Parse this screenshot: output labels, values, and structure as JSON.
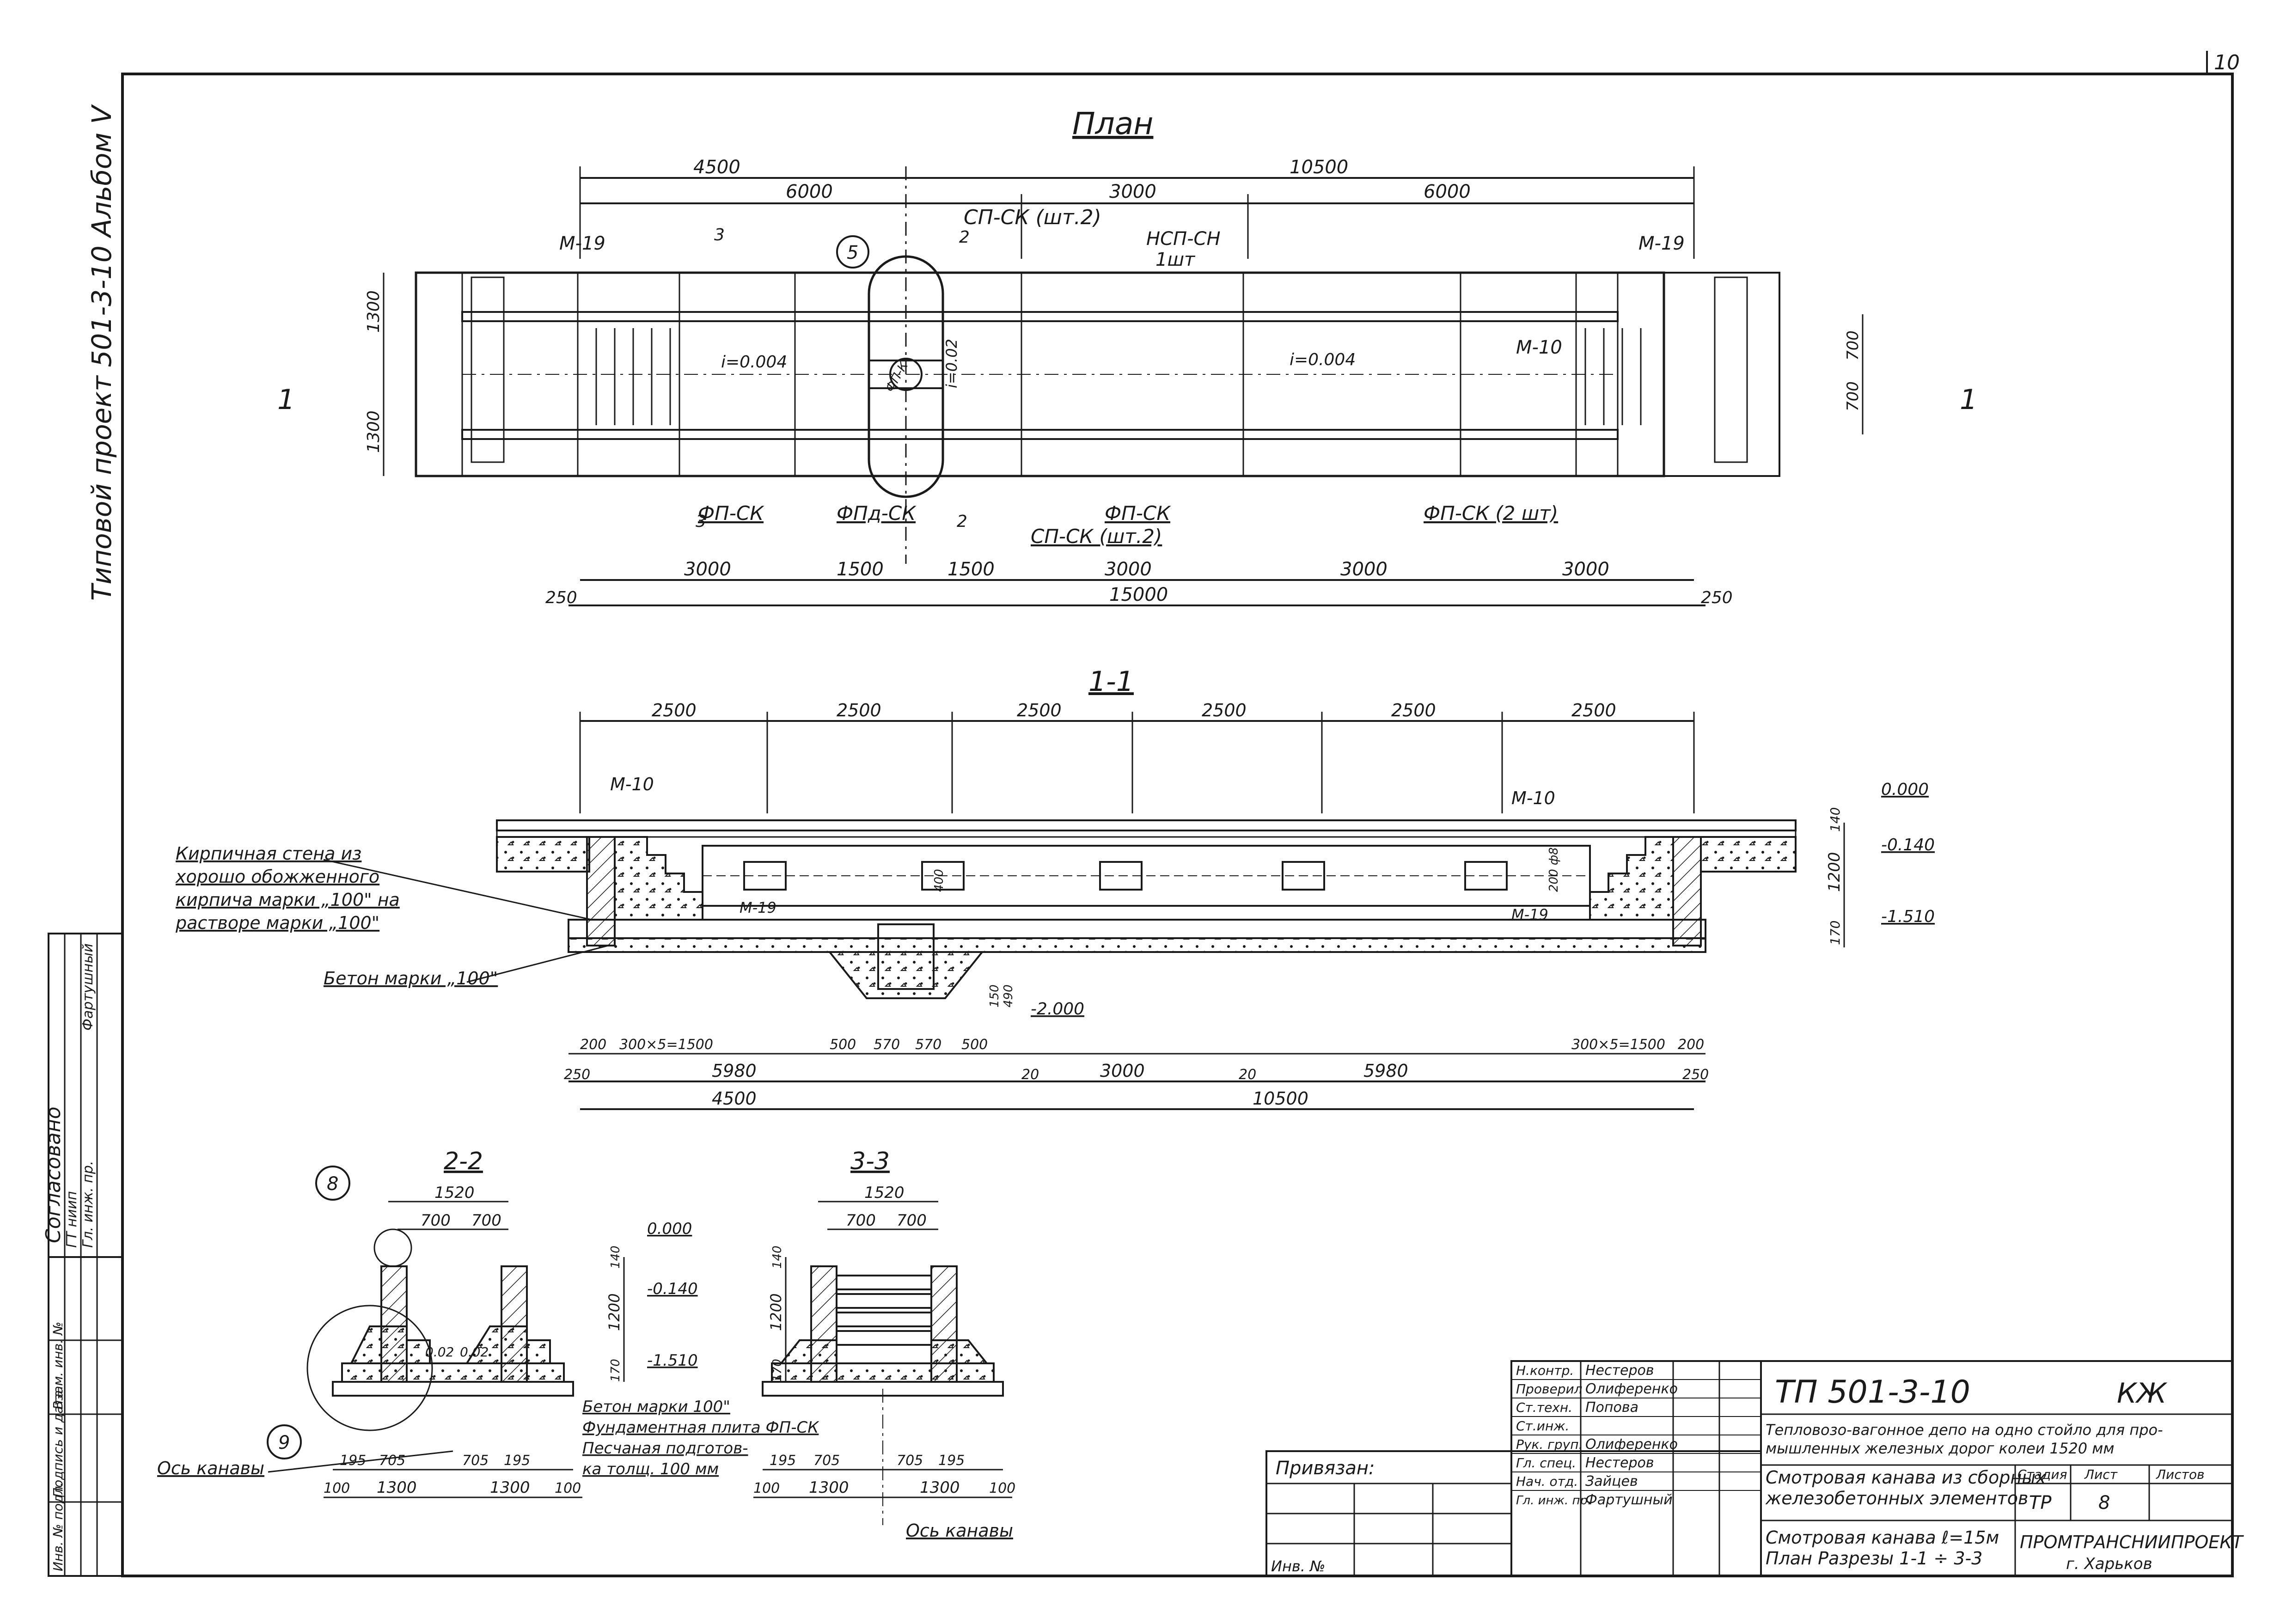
{
  "sheet": {
    "number": "10",
    "side_note": "Типовой проект 501-3-10 Альбом V"
  },
  "plan": {
    "title": "План",
    "dims_top_1": [
      "4500",
      "10500"
    ],
    "dims_top_2": [
      "6000",
      "3000",
      "6000"
    ],
    "dims_bottom_1": [
      "3000",
      "1500",
      "1500",
      "3000",
      "3000",
      "3000"
    ],
    "dims_bottom_2": [
      "250",
      "15000",
      "250"
    ],
    "dims_left": [
      "1300",
      "1300"
    ],
    "dims_right": [
      "700",
      "700"
    ],
    "labels": {
      "m19_left": "М-19",
      "m19_right": "М-19",
      "m10": "М-10",
      "sp_sk_top": "СП-СК (шт.2)",
      "nsp_sn": "НСП-СН",
      "nsp_qty": "1шт",
      "slope_left": "i=0.004",
      "slope_right": "i=0.004",
      "slope_pit": "i=0.02",
      "pit": "ФП-К",
      "callout5": "5",
      "fp_sk_1": "ФП-СК",
      "fpd_sk": "ФПд-СК",
      "fp_sk_2": "ФП-СК",
      "sp_sk_bottom": "СП-СК (шт.2)",
      "fp_sk_3": "ФП-СК (2 шт)",
      "sec1_left": "1",
      "sec1_right": "1",
      "sec2_top": "2",
      "sec2_bottom": "2",
      "sec3_top": "3",
      "sec3_bottom": "3"
    }
  },
  "section11": {
    "title": "1-1",
    "dims_top": [
      "2500",
      "2500",
      "2500",
      "2500",
      "2500",
      "2500"
    ],
    "dims_bottom_1": [
      "200",
      "300×5=1500",
      "500",
      "570",
      "570",
      "500",
      "300×5=1500",
      "200"
    ],
    "dims_bottom_2": [
      "250",
      "5980",
      "20",
      "3000",
      "20",
      "5980",
      "250"
    ],
    "dims_bottom_3": [
      "4500",
      "10500"
    ],
    "dims_right": [
      "140",
      "1200",
      "170"
    ],
    "levels": [
      "0.000",
      "-0.140",
      "-1.510",
      "-2.000"
    ],
    "labels": {
      "m10_left": "М-10",
      "m10_right": "М-10",
      "m19_left": "М-19",
      "m19_right": "М-19",
      "brick_note_1": "Кирпичная стена из",
      "brick_note_2": "хорошо обожженного",
      "brick_note_3": "кирпича марки „100\" на",
      "brick_note_4": "растворе марки „100\"",
      "concrete_note": "Бетон марки „100\"",
      "inner_dim_1": "400",
      "inner_dim_2": "150",
      "inner_dim_3": "490",
      "right_inner": "200 ф8"
    }
  },
  "section22": {
    "title": "2-2",
    "dims_top": [
      "1520",
      "700",
      "700"
    ],
    "dims_bottom_1": [
      "195",
      "705",
      "705",
      "195"
    ],
    "dims_bottom_2": [
      "100",
      "1300",
      "1300",
      "100"
    ],
    "dims_right": [
      "140",
      "1200",
      "170"
    ],
    "levels": [
      "0.000",
      "-0.140",
      "-1.510"
    ],
    "slopes": [
      "0.02",
      "0.02"
    ],
    "callout8": "8",
    "callout9": "9",
    "axis_label": "Ось канавы",
    "note_1": "Бетон марки 100\"",
    "note_2": "Фундаментная плита ФП-СК",
    "note_3": "Песчаная подготов-",
    "note_4": "ка толщ. 100 мм"
  },
  "section33": {
    "title": "3-3",
    "dims_top": [
      "1520",
      "700",
      "700"
    ],
    "dims_bottom_1": [
      "195",
      "705",
      "705",
      "195"
    ],
    "dims_bottom_2": [
      "100",
      "1300",
      "1300",
      "100"
    ],
    "dims_left": [
      "140",
      "1200",
      "170"
    ],
    "axis_label": "Ось канавы"
  },
  "approval": {
    "title": "Согласовано",
    "rows": [
      "Гл. инж. пр.",
      "ГТ ниип"
    ],
    "signatures": [
      "Фартушный"
    ],
    "bottom_cells": [
      "Инв. № подл.",
      "Подпись и дата",
      "Взам. инв. №"
    ]
  },
  "stamp": {
    "bound": "Привязан:",
    "inv": "Инв. №",
    "roles": [
      "Н.контр.",
      "Проверил",
      "Ст.техн.",
      "Ст.инж.",
      "Рук. груп.",
      "Гл. спец.",
      "Нач. отд.",
      "Гл. инж. пр."
    ],
    "names": [
      "Нестеров",
      "Олиференко",
      "Попова",
      "",
      "Олиференко",
      "Нестеров",
      "Зайцев",
      "Фартушный"
    ],
    "code": "ТП   501-3-10",
    "mark": "КЖ",
    "project_1": "Тепловозо-вагонное депо на одно стойло для про-",
    "project_2": "мышленных железных дорог колеи 1520 мм",
    "title_1": "Смотровая канава из сборных",
    "title_2": "железобетонных элементов",
    "stage_label": "Стадия",
    "sheet_label": "Лист",
    "sheets_label": "Листов",
    "stage": "ТР",
    "sheet_no": "8",
    "drawing_1": "Смотровая канава ℓ=15м",
    "drawing_2": "План Разрезы 1-1 ÷ 3-3",
    "org_1": "ПРОМТРАНСНИИПРОЕКТ",
    "org_2": "г. Харьков"
  }
}
